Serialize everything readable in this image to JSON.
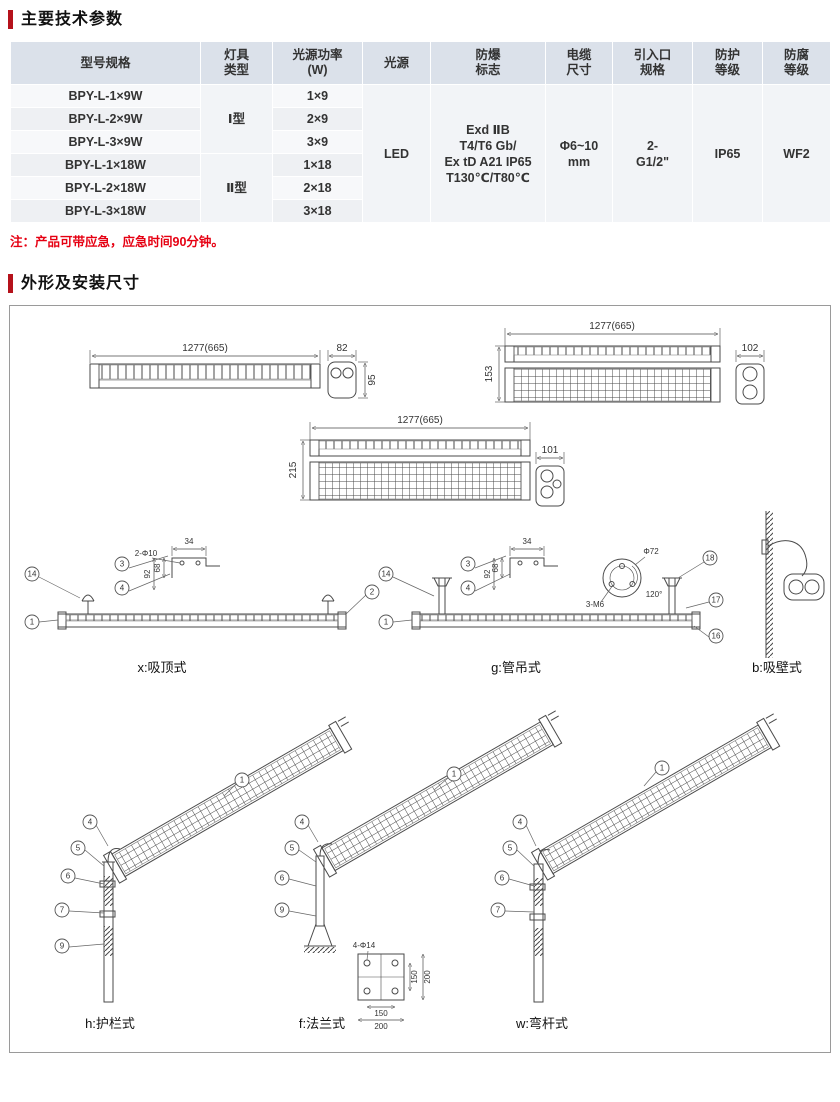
{
  "sections": {
    "params_title": "主要技术参数",
    "dims_title": "外形及安装尺寸"
  },
  "table": {
    "headers": [
      "型号规格",
      "灯具\n类型",
      "光源功率\n(W)",
      "光源",
      "防爆\n标志",
      "电缆\n尺寸",
      "引入口\n规格",
      "防护\n等级",
      "防腐\n等级"
    ],
    "models": [
      "BPY-L-1×9W",
      "BPY-L-2×9W",
      "BPY-L-3×9W",
      "BPY-L-1×18W",
      "BPY-L-2×18W",
      "BPY-L-3×18W"
    ],
    "powers": [
      "1×9",
      "2×9",
      "3×9",
      "1×18",
      "2×18",
      "3×18"
    ],
    "type_i": "Ⅰ型",
    "type_ii": "Ⅱ型",
    "source": "LED",
    "ex_mark": "Exd ⅡB\nT4/T6 Gb/\nEx tD A21 IP65\nT130℃/T80℃",
    "cable": "Φ6~10\nmm",
    "entry": "2-\nG1/2\"",
    "ip": "IP65",
    "corrosion": "WF2"
  },
  "note": "注：产品可带应急，应急时间90分钟。",
  "drawings": {
    "views": {
      "a": {
        "length": "1277(665)",
        "width": "82",
        "height": "95"
      },
      "b": {
        "length": "1277(665)",
        "width": "102",
        "height": "153"
      },
      "c": {
        "length": "1277(665)",
        "width": "101",
        "height": "215"
      }
    },
    "bracket_detail": {
      "w": "34",
      "holes": "2-Φ10",
      "h1": "68",
      "h2": "92"
    },
    "hub_detail": {
      "dia": "Φ72",
      "holes": "3-M6",
      "angle": "120°"
    },
    "flange_detail": {
      "holes": "4-Φ14",
      "inner": "150",
      "outer": "200"
    },
    "mounts": {
      "ceiling": {
        "label": "x:吸顶式",
        "callouts": [
          "14",
          "3",
          "4",
          "1",
          "2"
        ]
      },
      "pipe": {
        "label": "g:管吊式",
        "callouts": [
          "14",
          "3",
          "4",
          "1",
          "18",
          "17",
          "16"
        ]
      },
      "wall": {
        "label": "b:吸壁式"
      },
      "rail": {
        "label": "h:护栏式",
        "callouts": [
          "1",
          "4",
          "5",
          "6",
          "7",
          "9"
        ]
      },
      "flange": {
        "label": "f:法兰式",
        "callouts": [
          "1",
          "4",
          "5",
          "6",
          "9"
        ]
      },
      "bent": {
        "label": "w:弯杆式",
        "callouts": [
          "1",
          "4",
          "5",
          "6",
          "7"
        ]
      }
    }
  }
}
